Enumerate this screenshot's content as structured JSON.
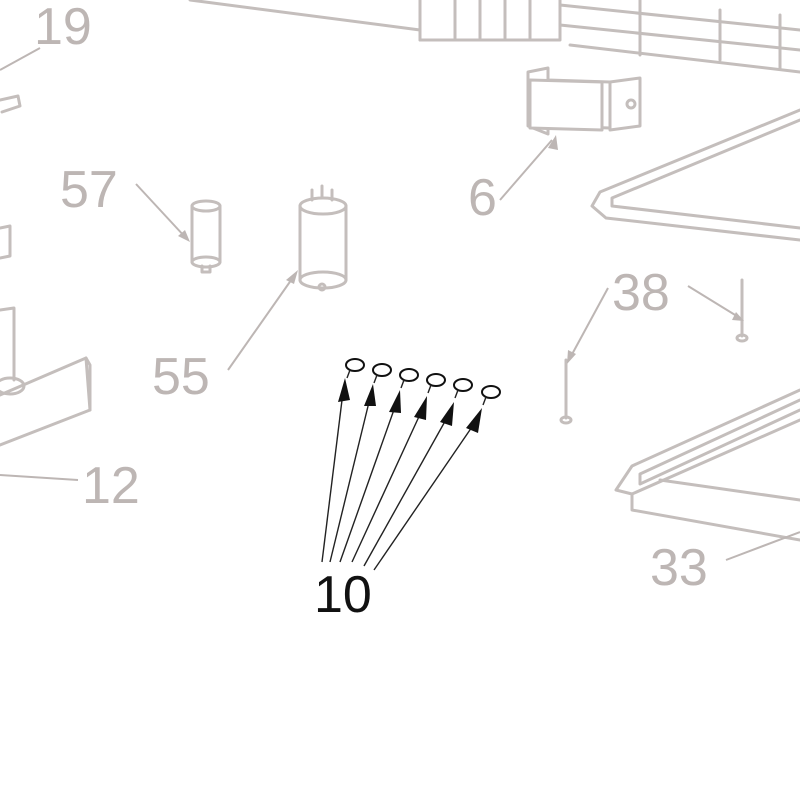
{
  "callouts": {
    "c19": "19",
    "c6": "6",
    "c57": "57",
    "c55": "55",
    "c38": "38",
    "c12": "12",
    "c33": "33",
    "c10": "10"
  },
  "highlighted_part": "10",
  "colors": {
    "faded": "#bdb6b4",
    "highlight": "#111111",
    "background": "#ffffff"
  }
}
